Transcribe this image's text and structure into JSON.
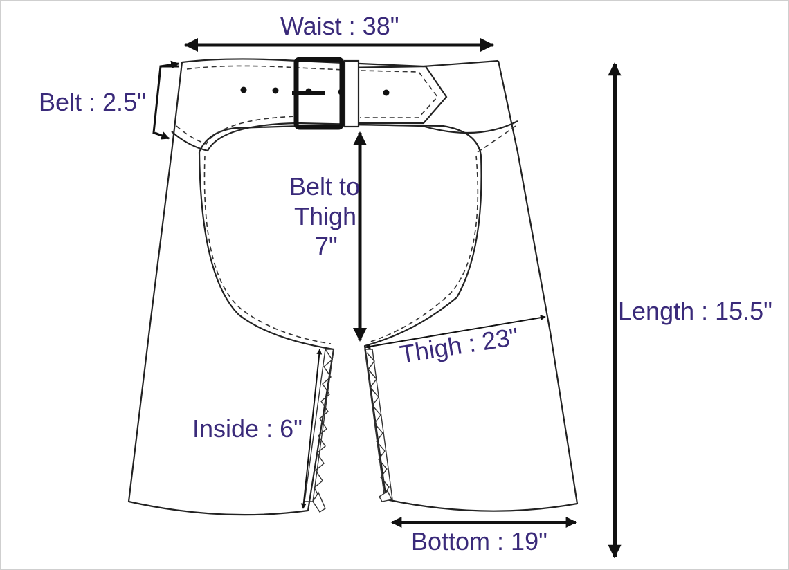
{
  "colors": {
    "label": "#3a2a7a",
    "outline": "#222222",
    "arrow": "#111111",
    "frame": "#cccccc"
  },
  "labels": {
    "waist": "Waist : 38\"",
    "belt": "Belt : 2.5\"",
    "belt_to_thigh_line1": "Belt to",
    "belt_to_thigh_line2": "Thigh",
    "belt_to_thigh_line3": "7\"",
    "thigh": "Thigh : 23\"",
    "inside": "Inside : 6\"",
    "bottom": "Bottom : 19\"",
    "length": "Length : 15.5\""
  }
}
